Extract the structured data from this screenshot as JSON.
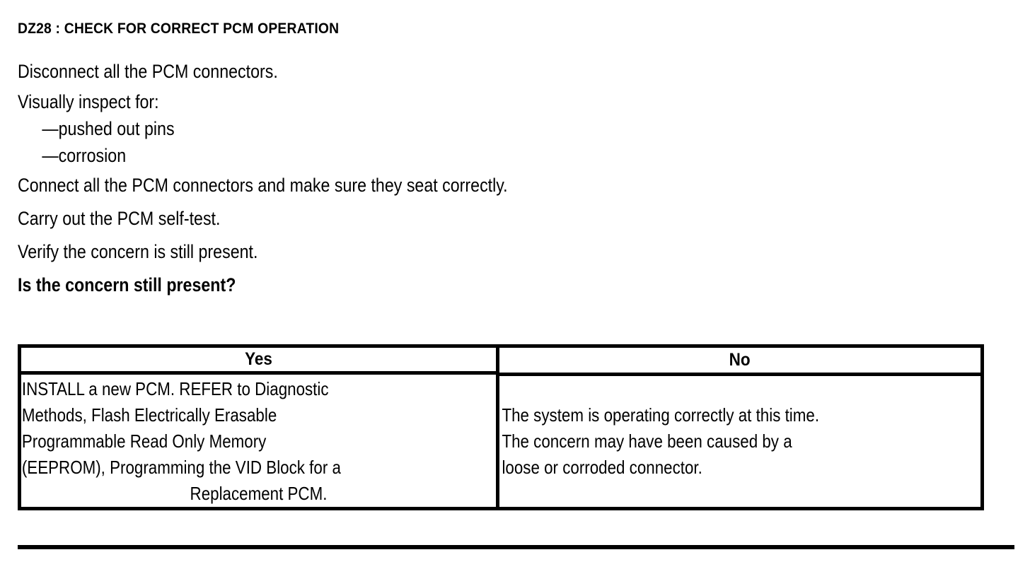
{
  "document": {
    "heading": "DZ28 : CHECK FOR CORRECT PCM OPERATION",
    "steps": [
      {
        "text": "Disconnect all the PCM connectors.",
        "style": "normal"
      },
      {
        "text": "Visually inspect for:",
        "style": "normal"
      },
      {
        "text": "—pushed out pins",
        "style": "dash"
      },
      {
        "text": "—corrosion",
        "style": "dash"
      },
      {
        "text": "Connect all the PCM connectors and make sure they seat correctly.",
        "style": "normal"
      },
      {
        "text": "Carry out the PCM self-test.",
        "style": "normal"
      },
      {
        "text": "Verify the concern is still present.",
        "style": "normal"
      },
      {
        "text": "Is the concern still present?",
        "style": "bold"
      }
    ],
    "decision_table": {
      "columns": [
        {
          "header": "Yes",
          "lines": [
            {
              "text": "INSTALL a new PCM. REFER to Diagnostic",
              "align": "left"
            },
            {
              "text": "Methods, Flash Electrically Erasable",
              "align": "left"
            },
            {
              "text": "Programmable Read Only Memory",
              "align": "left"
            },
            {
              "text": "(EEPROM), Programming the VID Block for a",
              "align": "left"
            },
            {
              "text": "Replacement PCM.",
              "align": "center"
            }
          ]
        },
        {
          "header": "No",
          "lines": [
            {
              "text": "The system is operating correctly at this time.",
              "align": "left"
            },
            {
              "text": "The concern may have been caused by a",
              "align": "left"
            },
            {
              "text": "loose or corroded connector.",
              "align": "left"
            }
          ]
        }
      ]
    },
    "colors": {
      "ink": "#000000",
      "paper": "#ffffff"
    }
  }
}
